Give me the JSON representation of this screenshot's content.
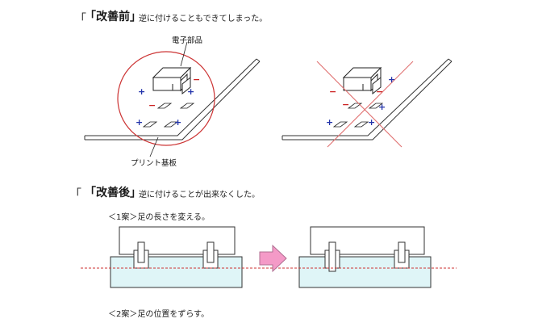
{
  "before": {
    "stray_bracket": "「",
    "heading": "「改善前」",
    "description": "逆に付けることもできてしまった。",
    "label_component": "電子部品",
    "label_board": "プリント基板"
  },
  "after": {
    "stray_bracket": "「",
    "heading": "「改善後」",
    "description": "逆に付けることが出来なくした。",
    "case1": "＜1案＞足の長さを変える。",
    "case2": "＜2案＞足の位置をずらす。"
  },
  "polarity": {
    "plus": "+",
    "minus": "−"
  },
  "colors": {
    "circle": "#cc3333",
    "cross": "#e07070",
    "plus": "#2233aa",
    "minus": "#cc2222",
    "board_fill": "#dff5f7",
    "dash_line": "#cc3333",
    "arrow": "#f49ac7"
  }
}
